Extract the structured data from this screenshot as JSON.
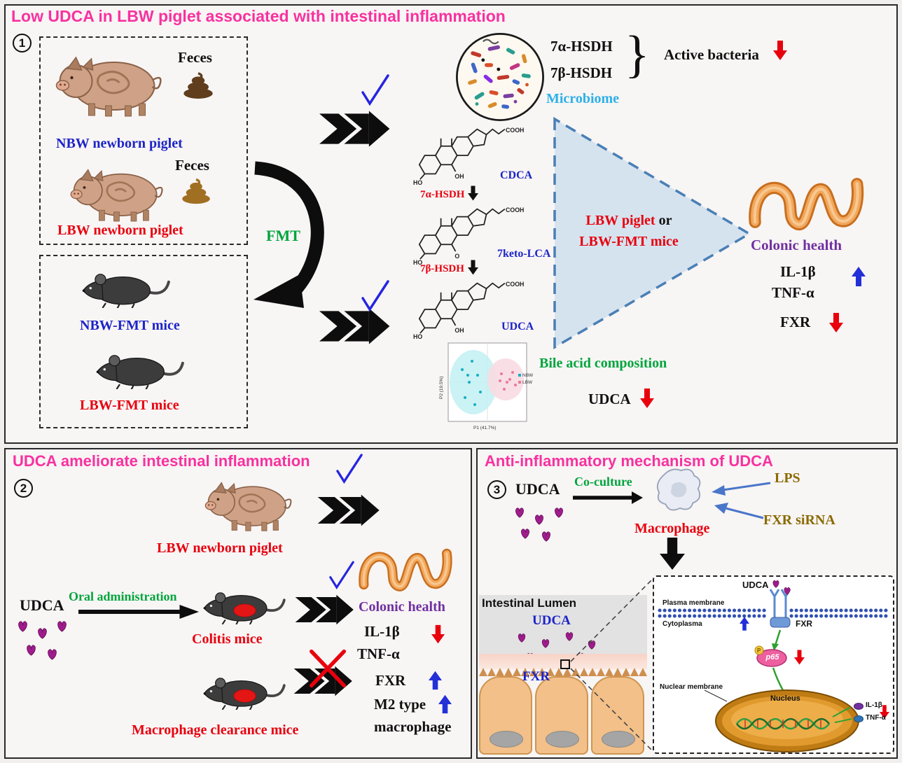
{
  "panel1": {
    "badge": "1",
    "title": "Low UDCA in LBW piglet associated with intestinal inflammation",
    "feces_nbw": "Feces",
    "feces_lbw": "Feces",
    "nbw_piglet_label": "NBW newborn piglet",
    "lbw_piglet_label": "LBW newborn piglet",
    "fmt_label": "FMT",
    "nbw_mice_label": "NBW-FMT mice",
    "lbw_mice_label": "LBW-FMT mice",
    "hsdh_alpha": "7α-HSDH",
    "hsdh_beta": "7β-HSDH",
    "brace": "}",
    "active_bacteria": "Active bacteria",
    "microbiome_label": "Microbiome",
    "chem": {
      "cooh": "COOH",
      "enzyme1": "7α-HSDH",
      "enzyme2": "7β-HSDH",
      "cdca": {
        "name": "CDCA",
        "left": "HO",
        "right": "OH"
      },
      "keto": {
        "name": "7keto-LCA",
        "left": "HO",
        "right": "O"
      },
      "udca": {
        "name": "UDCA",
        "left": "HO",
        "right": "OH"
      }
    },
    "pca": {
      "xlabel": "P1 (41.7%)",
      "ylabel": "P2 (19.5%)",
      "legend": [
        "NBW",
        "LBW"
      ]
    },
    "bile_acid_label": "Bile acid composition",
    "udca_down_label": "UDCA",
    "triangle": {
      "line1_red": "LBW piglet",
      "line1_black": "or",
      "line2": "LBW-FMT mice"
    },
    "colonic_health": "Colonic health",
    "il1b": "IL-1β",
    "tnfa": "TNF-α",
    "fxr": "FXR"
  },
  "panel2": {
    "badge": "2",
    "title": "UDCA ameliorate intestinal inflammation",
    "lbw_piglet_label": "LBW newborn piglet",
    "udca_label": "UDCA",
    "oral_admin": "Oral administration",
    "colitis_label": "Colitis mice",
    "colonic_health": "Colonic health",
    "il1b": "IL-1β",
    "tnfa": "TNF-α",
    "fxr": "FXR",
    "m2_line1": "M2 type",
    "m2_line2": "macrophage",
    "clearance_label": "Macrophage clearance mice"
  },
  "panel3": {
    "badge": "3",
    "title": "Anti-inflammatory mechanism of UDCA",
    "udca_label": "UDCA",
    "co_culture": "Co-culture",
    "macrophage_label": "Macrophage",
    "lps": "LPS",
    "fxr_sirna": "FXR siRNA",
    "intestinal_lumen": "Intestinal Lumen",
    "udca_lumen": "UDCA",
    "fxr_epithelium": "FXR",
    "inset": {
      "udca": "UDCA",
      "plasma_membrane": "Plasma membrane",
      "cytoplasma": "Cytoplasma",
      "fxr": "FXR",
      "p65": "p65",
      "phospho": "P",
      "nuclear_membrane": "Nuclear membrane",
      "nucleus": "Nucleus",
      "il1b": "IL-1β",
      "tnfa": "TNF-α"
    }
  }
}
